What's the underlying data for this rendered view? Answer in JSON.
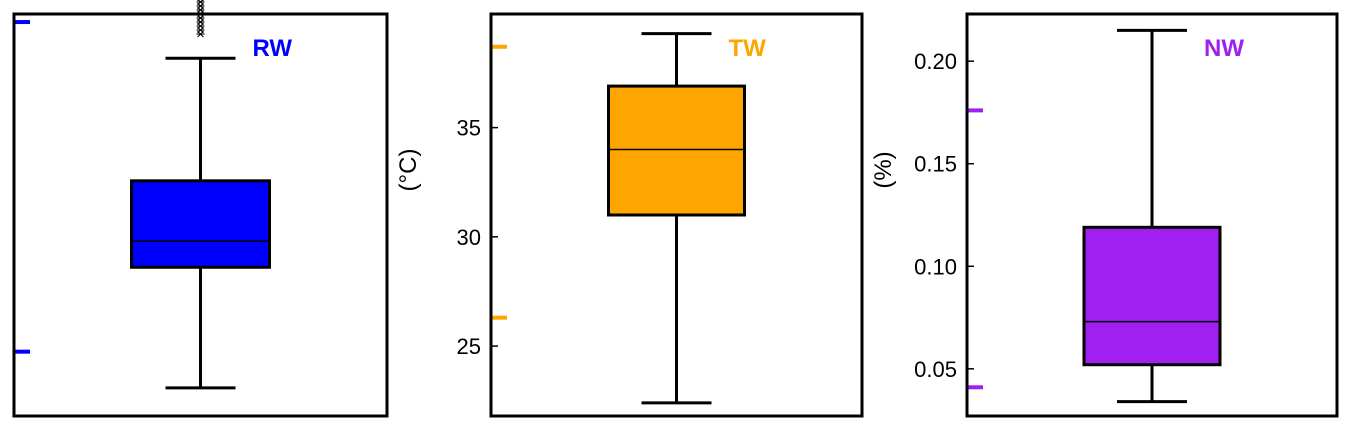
{
  "chart_data": [
    {
      "type": "boxplot",
      "label": "RW",
      "color": "#0000ff",
      "ylabel": "",
      "ylim": [
        0,
        10
      ],
      "yticks": [],
      "box": {
        "whisker_low": 0.7,
        "q1": 3.7,
        "median": 4.35,
        "q3": 5.85,
        "whisker_high": 8.9
      },
      "outliers": [
        9.5,
        9.6,
        9.7,
        9.8,
        9.9,
        10.0,
        10.1,
        10.2,
        10.3,
        10.4,
        10.5,
        10.55,
        10.6,
        10.7
      ],
      "markers": [
        1.6,
        9.8
      ]
    },
    {
      "type": "boxplot",
      "label": "TW",
      "color": "#ffa500",
      "ylabel": "(°C)",
      "ylim": [
        21.8,
        40.2
      ],
      "yticks": [
        25,
        30,
        35
      ],
      "box": {
        "whisker_low": 22.4,
        "q1": 31.0,
        "median": 34.0,
        "q3": 36.9,
        "whisker_high": 39.3
      },
      "outliers": [],
      "markers": [
        26.3,
        38.7
      ]
    },
    {
      "type": "boxplot",
      "label": "NW",
      "color": "#a020f0",
      "ylabel": "(%)",
      "ylim": [
        0.027,
        0.223
      ],
      "yticks": [
        0.05,
        0.1,
        0.15,
        0.2
      ],
      "yticklabels": [
        "0.05",
        "0.10",
        "0.15",
        "0.20"
      ],
      "box": {
        "whisker_low": 0.034,
        "q1": 0.052,
        "median": 0.073,
        "q3": 0.119,
        "whisker_high": 0.215
      },
      "outliers": [],
      "markers": [
        0.041,
        0.176
      ]
    }
  ]
}
